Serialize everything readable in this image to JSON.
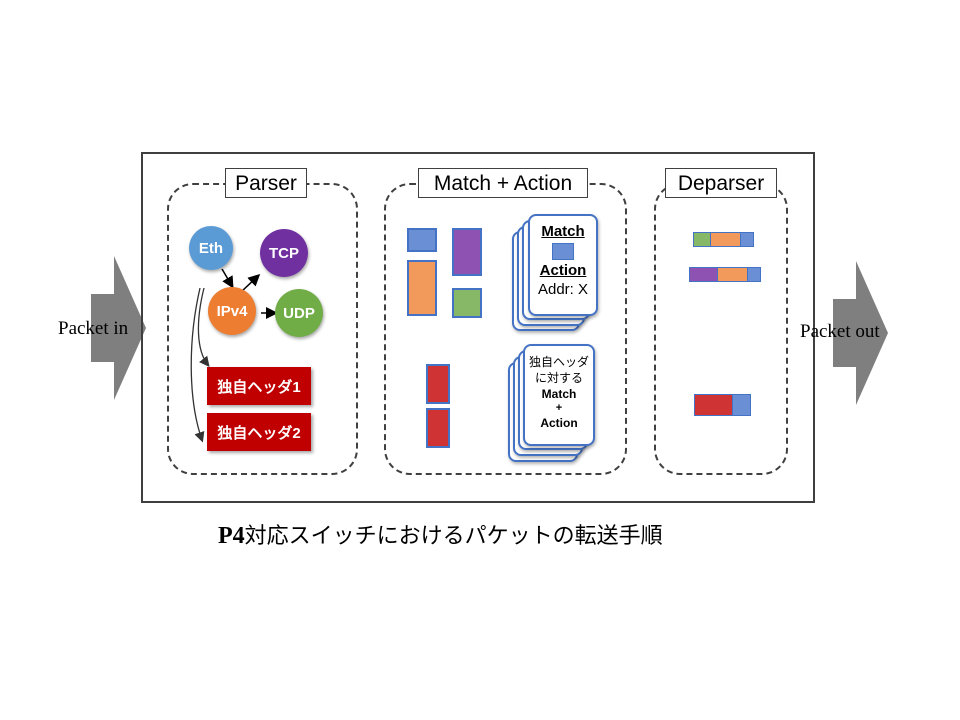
{
  "io": {
    "packet_in": "Packet in",
    "packet_out": "Packet out",
    "arrow_color": "#7f7f7f"
  },
  "parser": {
    "title": "Parser",
    "nodes": {
      "eth": {
        "label": "Eth",
        "color": "#5b9bd5"
      },
      "tcp": {
        "label": "TCP",
        "color": "#7030a0"
      },
      "ipv4": {
        "label": "IPv4",
        "color": "#ed7d31"
      },
      "udp": {
        "label": "UDP",
        "color": "#70ad47"
      }
    },
    "custom_headers": [
      {
        "label": "独自ヘッダ1",
        "color": "#c00000"
      },
      {
        "label": "独自ヘッダ2",
        "color": "#c00000"
      }
    ]
  },
  "match_action": {
    "title": "Match + Action",
    "table_card": {
      "match_label": "Match",
      "action_label": "Action",
      "addr_label": "Addr: X"
    },
    "custom_card": {
      "line1": "独自ヘッダ",
      "line2": "に対する",
      "line3": "Match",
      "line4": "+",
      "line5": "Action"
    },
    "block_colors": {
      "blue": "#6a8fd4",
      "purple": "#8e52b3",
      "orange": "#f19a5b",
      "green": "#86b868",
      "red": "#cf3333"
    }
  },
  "deparser": {
    "title": "Deparser",
    "packets": [
      {
        "segments": [
          "green",
          "orange",
          "blue"
        ]
      },
      {
        "segments": [
          "purple",
          "orange",
          "blue"
        ]
      },
      {
        "segments": [
          "red",
          "blue"
        ]
      }
    ]
  },
  "caption": {
    "prefix": "P4",
    "text": "対応スイッチにおけるパケットの転送手順"
  }
}
